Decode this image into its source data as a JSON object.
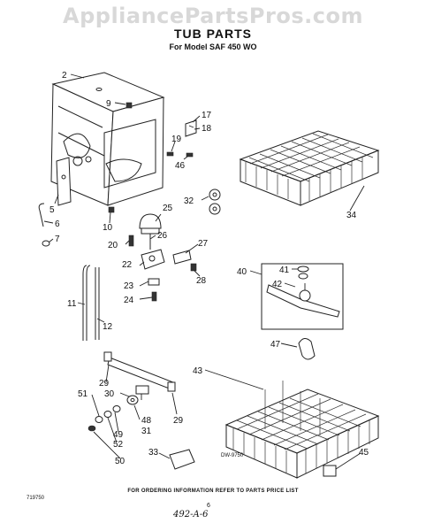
{
  "watermark": "AppliancePartsPros.com",
  "title": "TUB PARTS",
  "subtitle": "For Model SAF 450 WO",
  "footer_note": "FOR ORDERING INFORMATION REFER TO PARTS PRICE LIST",
  "doc_code_left": "719750",
  "drawing_code": "DW-9750",
  "page_number": "6",
  "handwritten_note": "492-A-6",
  "callouts": {
    "p2": "2",
    "p5": "5",
    "p6": "6",
    "p7": "7",
    "p9": "9",
    "p10": "10",
    "p11": "11",
    "p12": "12",
    "p17": "17",
    "p18": "18",
    "p19": "19",
    "p20": "20",
    "p22": "22",
    "p23": "23",
    "p24": "24",
    "p25": "25",
    "p26": "26",
    "p27": "27",
    "p28": "28",
    "p29a": "29",
    "p29b": "29",
    "p30": "30",
    "p31": "31",
    "p32": "32",
    "p33": "33",
    "p34": "34",
    "p40": "40",
    "p41": "41",
    "p42": "42",
    "p43": "43",
    "p45": "45",
    "p46": "46",
    "p47": "47",
    "p48": "48",
    "p49": "49",
    "p50": "50",
    "p51": "51",
    "p52": "52"
  }
}
